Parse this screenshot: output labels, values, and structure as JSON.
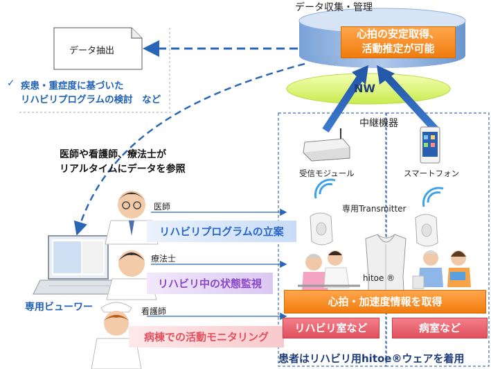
{
  "labels": {
    "data_collection": "データ収集・管理",
    "network": "NW",
    "data_extraction": "データ抽出",
    "relay_device": "中継機器",
    "receiver_module": "受信モジュール",
    "smartphone": "スマートフォン",
    "transmitter": "専用Transmitter",
    "hitoe": "hitoe ®",
    "viewer": "専用ビューワー",
    "patient_wearing": "患者はリハビリ用hitoe®ウェアを着用"
  },
  "icons": {
    "check": "✓"
  },
  "callouts": {
    "heart_rate_line1": "心拍の安定取得、",
    "heart_rate_line2": "活動推定が可能",
    "acquire_info": "心拍・加速度情報を取得"
  },
  "notes": {
    "review_line1": "疾患・重症度に基づいた",
    "review_line2": "リハビリプログラムの検討　など",
    "staff_line1": "医師や看護師、療法士が",
    "staff_line2": "リアルタイムにデータを参照"
  },
  "staff": {
    "doctor": "医師",
    "therapist": "療法士",
    "nurse": "看護師"
  },
  "roles": {
    "rehab_program": "リハビリプログラムの立案",
    "rehab_monitoring": "リハビリ中の状態監視",
    "ward_monitoring": "病棟での活動モニタリング"
  },
  "rooms": {
    "rehab_room": "リハビリ室など",
    "ward_room": "病室など"
  },
  "colors": {
    "accent_blue": "#2a66b8",
    "orange": "#f07c0e",
    "pink": "#e0505e",
    "network_green": "#c9ea4e"
  }
}
